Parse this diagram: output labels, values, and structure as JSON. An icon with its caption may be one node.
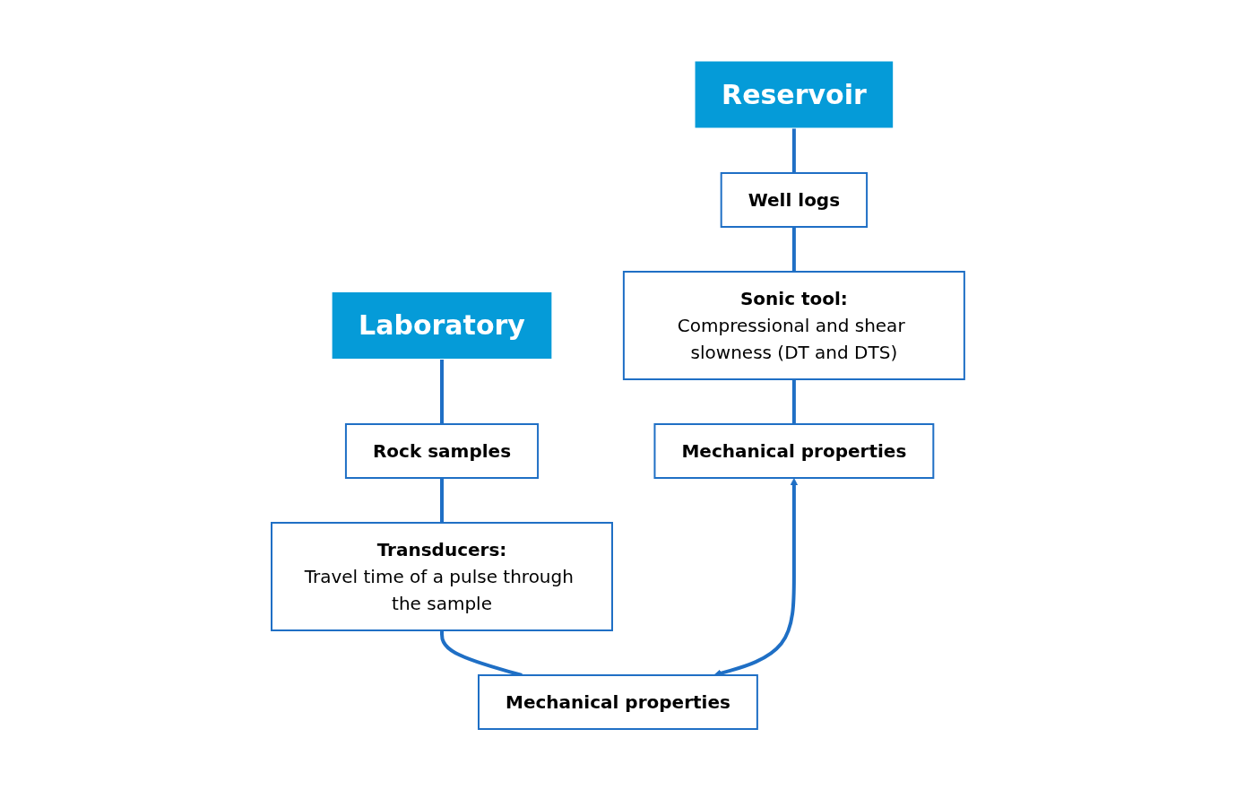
{
  "diagram": {
    "nodes": [
      {
        "text": [
          "Reservoir"
        ]
      },
      {
        "text": [
          "Laboratory"
        ]
      },
      {
        "text": [
          "Well logs"
        ]
      },
      {
        "text": [
          "Rock samples"
        ]
      },
      {
        "text": [
          "Sonic tool:",
          "Compressional and shear slowness (DT and DTS)"
        ]
      },
      {
        "text": [
          "Transducers:",
          "Travel time of a pulse through the sample"
        ]
      },
      {
        "text": [
          "Mechanical properties"
        ]
      },
      {
        "text": [
          "Mechanical properties"
        ]
      }
    ],
    "edges": [
      {
        "from": 0,
        "to": 2,
        "arrow": "none"
      },
      {
        "from": 2,
        "to": 4,
        "arrow": "none"
      },
      {
        "from": 4,
        "to": 6,
        "arrow": "none"
      },
      {
        "from": 1,
        "to": 3,
        "arrow": "none"
      },
      {
        "from": 3,
        "to": 5,
        "arrow": "none"
      },
      {
        "from": 5,
        "to": 7,
        "arrow": "none"
      },
      {
        "from": 6,
        "to": 7,
        "arrow": "both"
      }
    ]
  }
}
